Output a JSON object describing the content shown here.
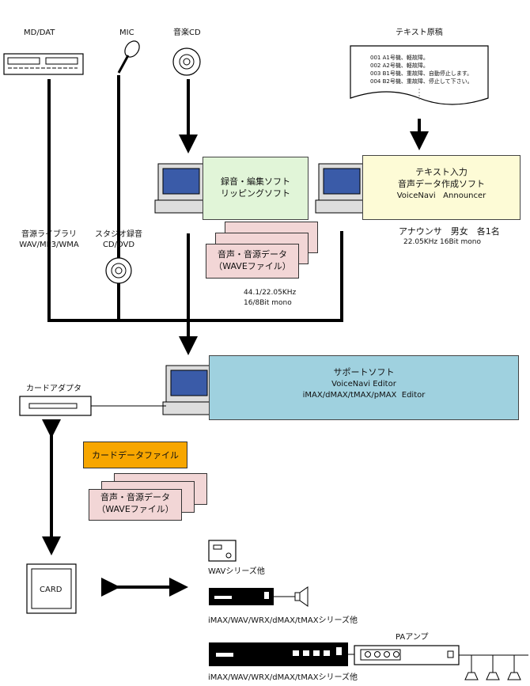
{
  "sources": {
    "md_dat": "MD/DAT",
    "mic": "MIC",
    "music_cd": "音楽CD",
    "text_manuscript": "テキスト原稿"
  },
  "manuscript_lines": [
    "001  A1号機、軽故障。",
    "002  A2号機、軽故障。",
    "003  B1号機、重故障、自動停止します。",
    "004  B2号機、重故障、停止して下さい。"
  ],
  "recording_software": {
    "line1": "録音・編集ソフト",
    "line2": "リッピングソフト"
  },
  "announcer_software": {
    "line1": "テキスト入力",
    "line2": "音声データ作成ソフト",
    "line3": "VoiceNavi   Announcer"
  },
  "announcer_note": {
    "line1": "アナウンサ　男女　各1名",
    "line2": "22.05KHz  16Bit mono"
  },
  "sound_library": {
    "line1": "音源ライブラリ",
    "line2": "WAV/MP3/WMA"
  },
  "studio": {
    "line1": "スタジオ録音",
    "line2": "CD/DVD"
  },
  "wave_data_top": {
    "line1": "音声・音源データ",
    "line2": "（WAVEファイル）"
  },
  "wave_spec": {
    "line1": "44.1/22.05KHz",
    "line2": "16/8Bit mono"
  },
  "support_software": {
    "line1": "サポートソフト",
    "line2": "VoiceNavi Editor",
    "line3": "iMAX/dMAX/tMAX/pMAX  Editor"
  },
  "card_adapter": "カードアダプタ",
  "card_data_file": "カードデータファイル",
  "wave_data_bottom": {
    "line1": "音声・音源データ",
    "line2": "（WAVEファイル）"
  },
  "card": "CARD",
  "device_wav_series": "WAVシリーズ他",
  "device_imax_series_1": "iMAX/WAV/WRX/dMAX/tMAXシリーズ他",
  "device_imax_series_2": "iMAX/WAV/WRX/dMAX/tMAXシリーズ他",
  "pa_amp": "PAアンプ",
  "colors": {
    "software_green": "#e1f5d8",
    "announcer_yellow": "#fdfbd6",
    "support_blue": "#9fd1df",
    "card_data_orange": "#f7a600",
    "wave_pink": "#f2d6d6"
  }
}
